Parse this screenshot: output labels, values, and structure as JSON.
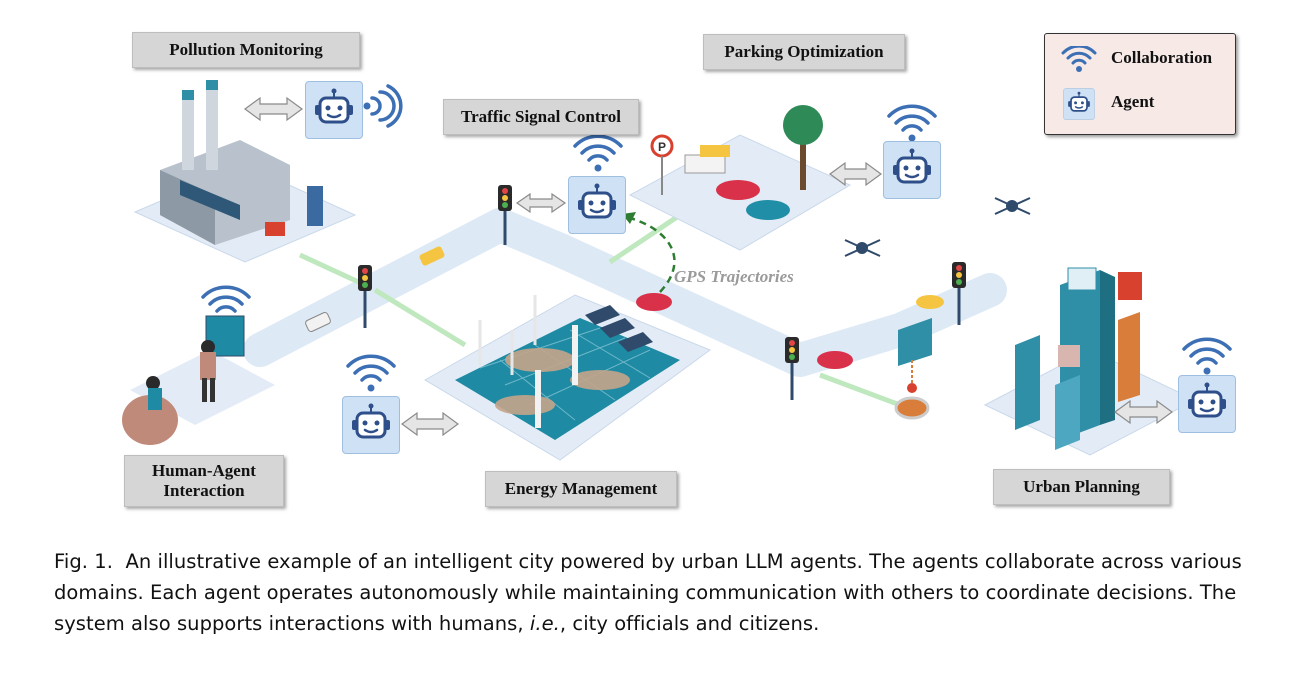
{
  "labels": {
    "pollution": "Pollution Monitoring",
    "parking": "Parking Optimization",
    "traffic": "Traffic Signal Control",
    "human_line1": "Human-Agent",
    "human_line2": "Interaction",
    "energy": "Energy Management",
    "urban": "Urban Planning",
    "gps": "GPS Trajectories"
  },
  "legend": {
    "collaboration": "Collaboration",
    "agent": "Agent"
  },
  "caption": {
    "prefix": "Fig. 1.",
    "text_main": "An illustrative example of an intelligent city powered by urban LLM agents. The agents collaborate across various domains. Each agent operates autonomously while maintaining communication with others to coordinate decisions. The system also supports interactions with humans,",
    "ie": "i.e.",
    "text_end": ", city officials and citizens."
  },
  "icons": [
    "robot-agent-icon",
    "wifi-collaboration-icon",
    "double-arrow-icon",
    "traffic-light-icon",
    "parking-sign-icon"
  ],
  "colors": {
    "road": "#dde9f5",
    "agent_fill": "#cfe1f5",
    "agent_stroke": "#2e4f8a",
    "wifi": "#3d6fb5",
    "green_path": "#bfe8bf",
    "gps_arrow": "#2e7d32",
    "label_bg": "#d6d6d6",
    "legend_bg": "#f6e9e6"
  }
}
